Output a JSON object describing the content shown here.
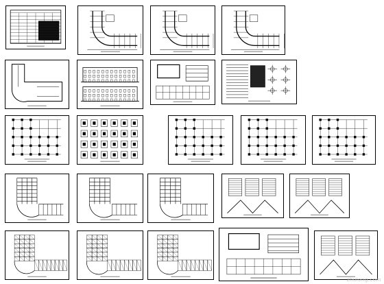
{
  "watermark": {
    "text": "zhulong.com"
  },
  "sheets": [
    {
      "id": "cover",
      "kind": "table-sheet"
    },
    {
      "id": "plan-1",
      "kind": "curved-plan"
    },
    {
      "id": "plan-2",
      "kind": "curved-plan"
    },
    {
      "id": "plan-3",
      "kind": "curved-plan"
    },
    {
      "id": "roof-plan",
      "kind": "roof"
    },
    {
      "id": "elevations",
      "kind": "elevation"
    },
    {
      "id": "details-small",
      "kind": "detail"
    },
    {
      "id": "notes",
      "kind": "notes"
    },
    {
      "id": "foundation-1",
      "kind": "grid-plan"
    },
    {
      "id": "footings",
      "kind": "footing-details"
    },
    {
      "id": "column-plan-1",
      "kind": "grid-plan"
    },
    {
      "id": "column-plan-2",
      "kind": "grid-plan"
    },
    {
      "id": "column-plan-3",
      "kind": "grid-plan"
    },
    {
      "id": "beam-plan-1",
      "kind": "framing"
    },
    {
      "id": "beam-plan-2",
      "kind": "framing"
    },
    {
      "id": "beam-plan-3",
      "kind": "framing"
    },
    {
      "id": "stair-1",
      "kind": "stair"
    },
    {
      "id": "stair-2",
      "kind": "stair"
    },
    {
      "id": "slab-plan-1",
      "kind": "slab"
    },
    {
      "id": "slab-plan-2",
      "kind": "slab"
    },
    {
      "id": "slab-plan-3",
      "kind": "slab"
    },
    {
      "id": "section-details",
      "kind": "detail"
    },
    {
      "id": "stair-3",
      "kind": "stair"
    }
  ]
}
